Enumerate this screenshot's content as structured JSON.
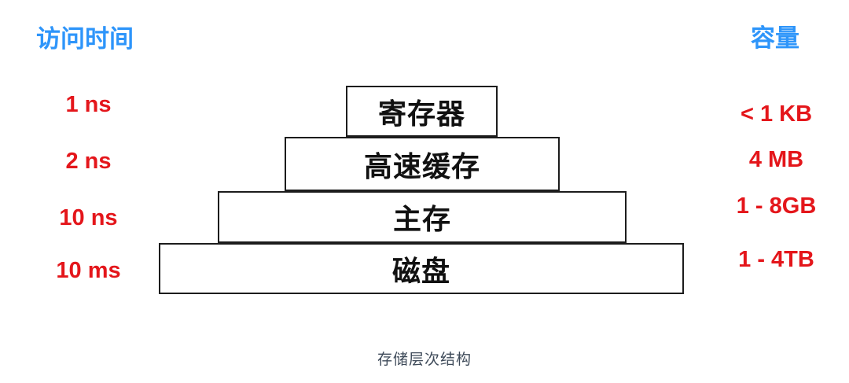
{
  "diagram": {
    "caption": "存储层次结构",
    "left_header": "访问时间",
    "right_header": "容量",
    "levels": [
      {
        "name": "寄存器",
        "access_time": "1 ns",
        "capacity": "< 1 KB"
      },
      {
        "name": "高速缓存",
        "access_time": "2 ns",
        "capacity": "4 MB"
      },
      {
        "name": "主存",
        "access_time": "10 ns",
        "capacity": "1 - 8GB"
      },
      {
        "name": "磁盘",
        "access_time": "10 ms",
        "capacity": "1 - 4TB"
      }
    ],
    "colors": {
      "header": "#2e95fa",
      "value": "#e4161b",
      "box_border": "#1c1c1c",
      "caption": "#3e4a59"
    }
  }
}
